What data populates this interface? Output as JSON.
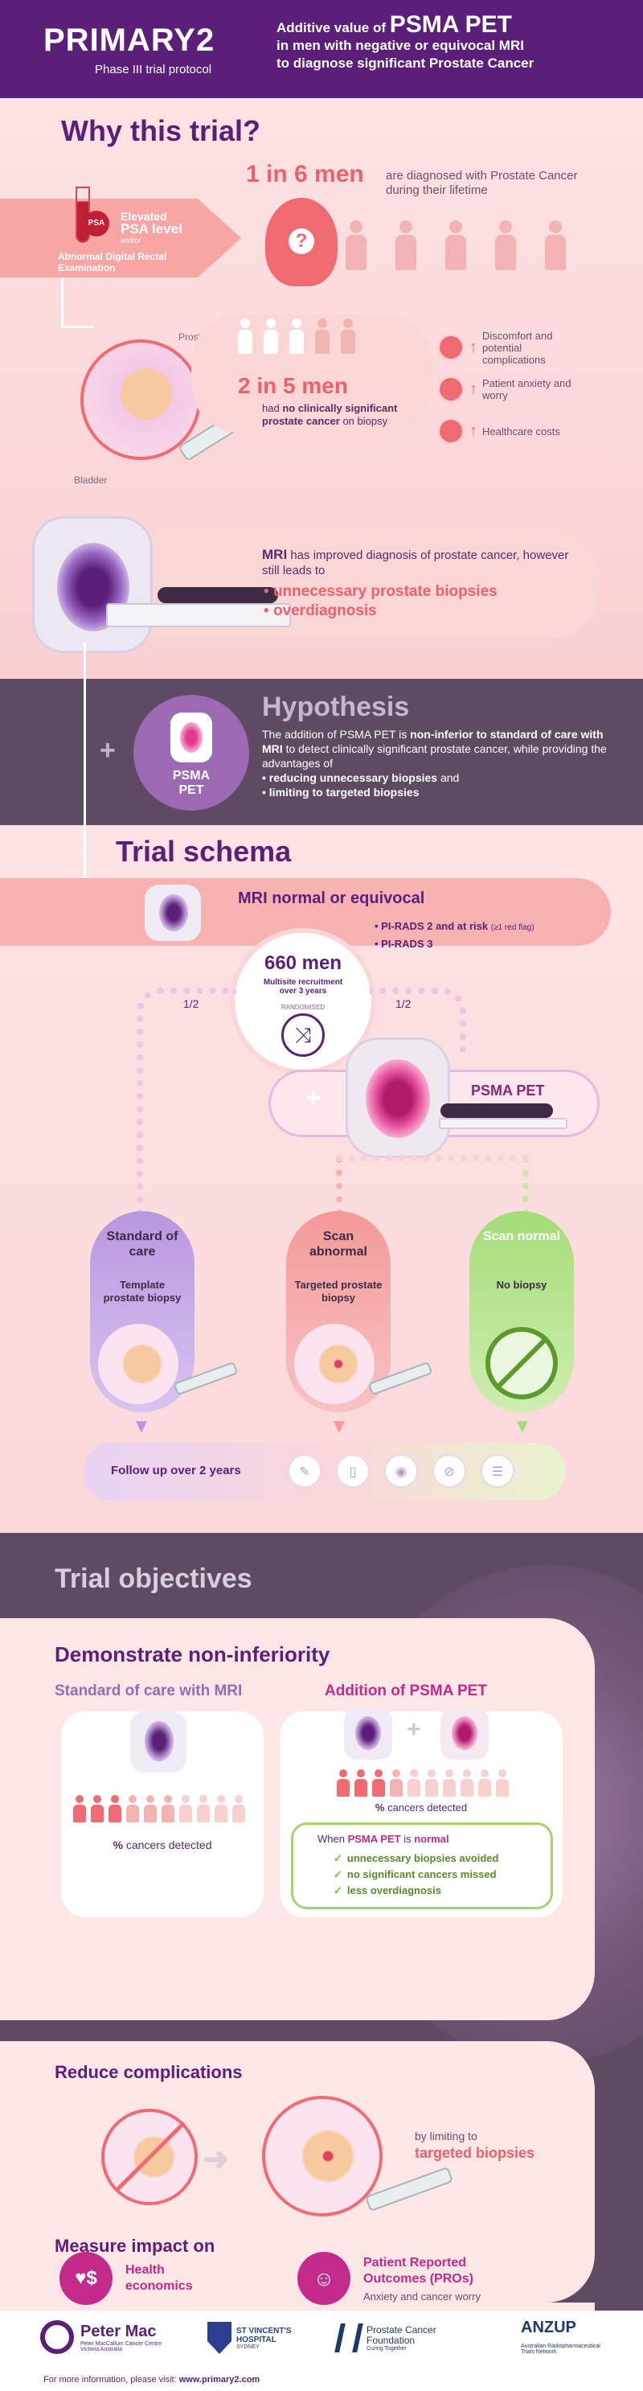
{
  "header": {
    "title": "PRIMARY2",
    "subtitle": "Phase III trial protocol",
    "headline_pre": "Additive value of",
    "headline_big": "PSMA PET",
    "headline_line2": "in men with negative or equivocal MRI",
    "headline_line3": "to diagnose significant Prostate Cancer"
  },
  "why": {
    "title": "Why this trial?",
    "stat1_big": "1 in 6 men",
    "stat1_text": "are diagnosed with Prostate Cancer during their lifetime",
    "psa_badge": "PSA",
    "elevated": "Elevated",
    "psa_level": "PSA level",
    "and_or": "and/or",
    "dre": "Abnormal Digital Rectal Examination",
    "prostate_label": "Prostate",
    "bladder_label": "Bladder",
    "stat2_big": "2 in 5 men",
    "stat2_had": "had",
    "stat2_bold": "no clinically significant prostate cancer",
    "stat2_end": "on biopsy",
    "risks": [
      {
        "icon": "discomfort-icon",
        "text": "Discomfort and potential complications"
      },
      {
        "icon": "anxiety-icon",
        "text": "Patient anxiety and worry"
      },
      {
        "icon": "cost-icon",
        "text": "Healthcare costs"
      }
    ],
    "mri_bold": "MRI",
    "mri_text": "has improved diagnosis of prostate cancer, however still leads to",
    "mri_bullets": [
      "unnecessary prostate biopsies",
      "overdiagnosis"
    ]
  },
  "hypothesis": {
    "title": "Hypothesis",
    "badge": "PSMA PET",
    "text1": "The addition of PSMA PET is",
    "text1_bold": "non-inferior to standard of care with MRI",
    "text2": "to detect clinically significant prostate cancer, while providing the advantages of",
    "bullets": [
      "reducing unnecessary biopsies",
      "limiting to targeted biopsies"
    ],
    "bullet_tail": "and"
  },
  "schema": {
    "title": "Trial schema",
    "mri_title": "MRI normal or equivocal",
    "criteria1": "PI-RADS 2 and at risk",
    "criteria1_note": "(≥1 red flag)",
    "criteria2": "PI-RADS 3",
    "men_count": "660 men",
    "recruitment": "Multisite recruitment over 3 years",
    "randomised": "RANDOMISED",
    "half_left": "1/2",
    "half_right": "1/2",
    "psma_label": "PSMA PET",
    "arms": [
      {
        "title": "Standard of care",
        "sub": "Template prostate biopsy"
      },
      {
        "title": "Scan abnormal",
        "sub": "Targeted prostate biopsy"
      },
      {
        "title": "Scan normal",
        "sub": "No biopsy"
      }
    ],
    "followup": "Follow up over 2 years"
  },
  "objectives": {
    "title": "Trial objectives",
    "demo_title": "Demonstrate non-inferiority",
    "soc_title": "Standard of care with MRI",
    "psma_title": "Addition of PSMA PET",
    "pct_bold": "%",
    "cancers_detected": "cancers detected",
    "when_pre": "When",
    "when_bold": "PSMA PET",
    "when_mid": "is",
    "when_end": "normal",
    "checks": [
      "unnecessary biopsies avoided",
      "no significant cancers missed",
      "less overdiagnosis"
    ],
    "reduce_title": "Reduce complications",
    "reduce_pre": "by limiting to",
    "reduce_bold": "targeted biopsies",
    "measure_title": "Measure impact on",
    "health": "Health economics",
    "pro_title": "Patient Reported Outcomes (PROs)",
    "pro_sub": "Anxiety and cancer worry"
  },
  "footer": {
    "logos": [
      {
        "name": "Peter Mac",
        "sub": "Peter MacCallum Cancer Centre Victoria Australia"
      },
      {
        "name": "ST VINCENT'S HOSPITAL",
        "sub": "SYDNEY"
      },
      {
        "name": "Prostate Cancer Foundation",
        "sub": "Curing Together"
      },
      {
        "name": "ANZUP",
        "sub": "Australian Radiopharmaceutical Trials Network"
      }
    ],
    "more_info": "For more information, please visit:",
    "url": "www.primary2.com"
  },
  "colors": {
    "purple": "#5b1f7a",
    "coral": "#f0606a",
    "pink_bg": "#fde6e6",
    "green": "#8fd35a",
    "dark_band": "#5e4a63"
  }
}
